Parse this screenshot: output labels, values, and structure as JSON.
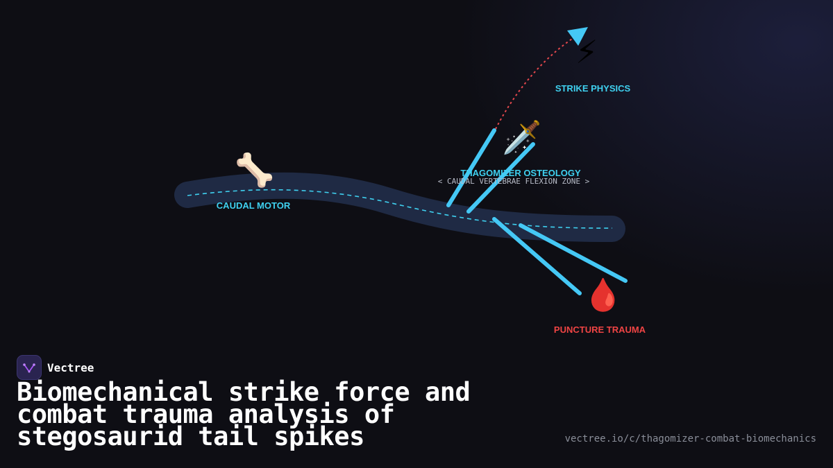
{
  "diagram": {
    "nodes": [
      {
        "id": "caudal-motor",
        "icon": "bone-icon",
        "glyph": "🦴",
        "label": "CAUDAL MOTOR",
        "color": "#3fd1f0"
      },
      {
        "id": "thagomizer-osteology",
        "icon": "dagger-icon",
        "glyph": "🗡️",
        "label": "THAGOMIZER OSTEOLOGY",
        "color": "#3fd1f0"
      },
      {
        "id": "strike-physics",
        "icon": "lightning-icon",
        "glyph": "⚡",
        "label": "STRIKE PHYSICS",
        "color": "#3fd1f0"
      },
      {
        "id": "puncture-trauma",
        "icon": "blood-drop-icon",
        "glyph": "🩸",
        "label": "PUNCTURE TRAUMA",
        "color": "#ef4444"
      }
    ],
    "zone_label": "< CAUDAL VERTEBRAE FLEXION ZONE >",
    "colors": {
      "tail": "#1f2a44",
      "spike": "#45c8f5",
      "path": "#e5484d",
      "accent": "#3fd1f0"
    }
  },
  "brand": {
    "name": "Vectree",
    "logo_icon": "vectree-logo-icon"
  },
  "title": "Biomechanical strike force and combat trauma analysis of stegosaurid tail spikes",
  "url": "vectree.io/c/thagomizer-combat-biomechanics"
}
